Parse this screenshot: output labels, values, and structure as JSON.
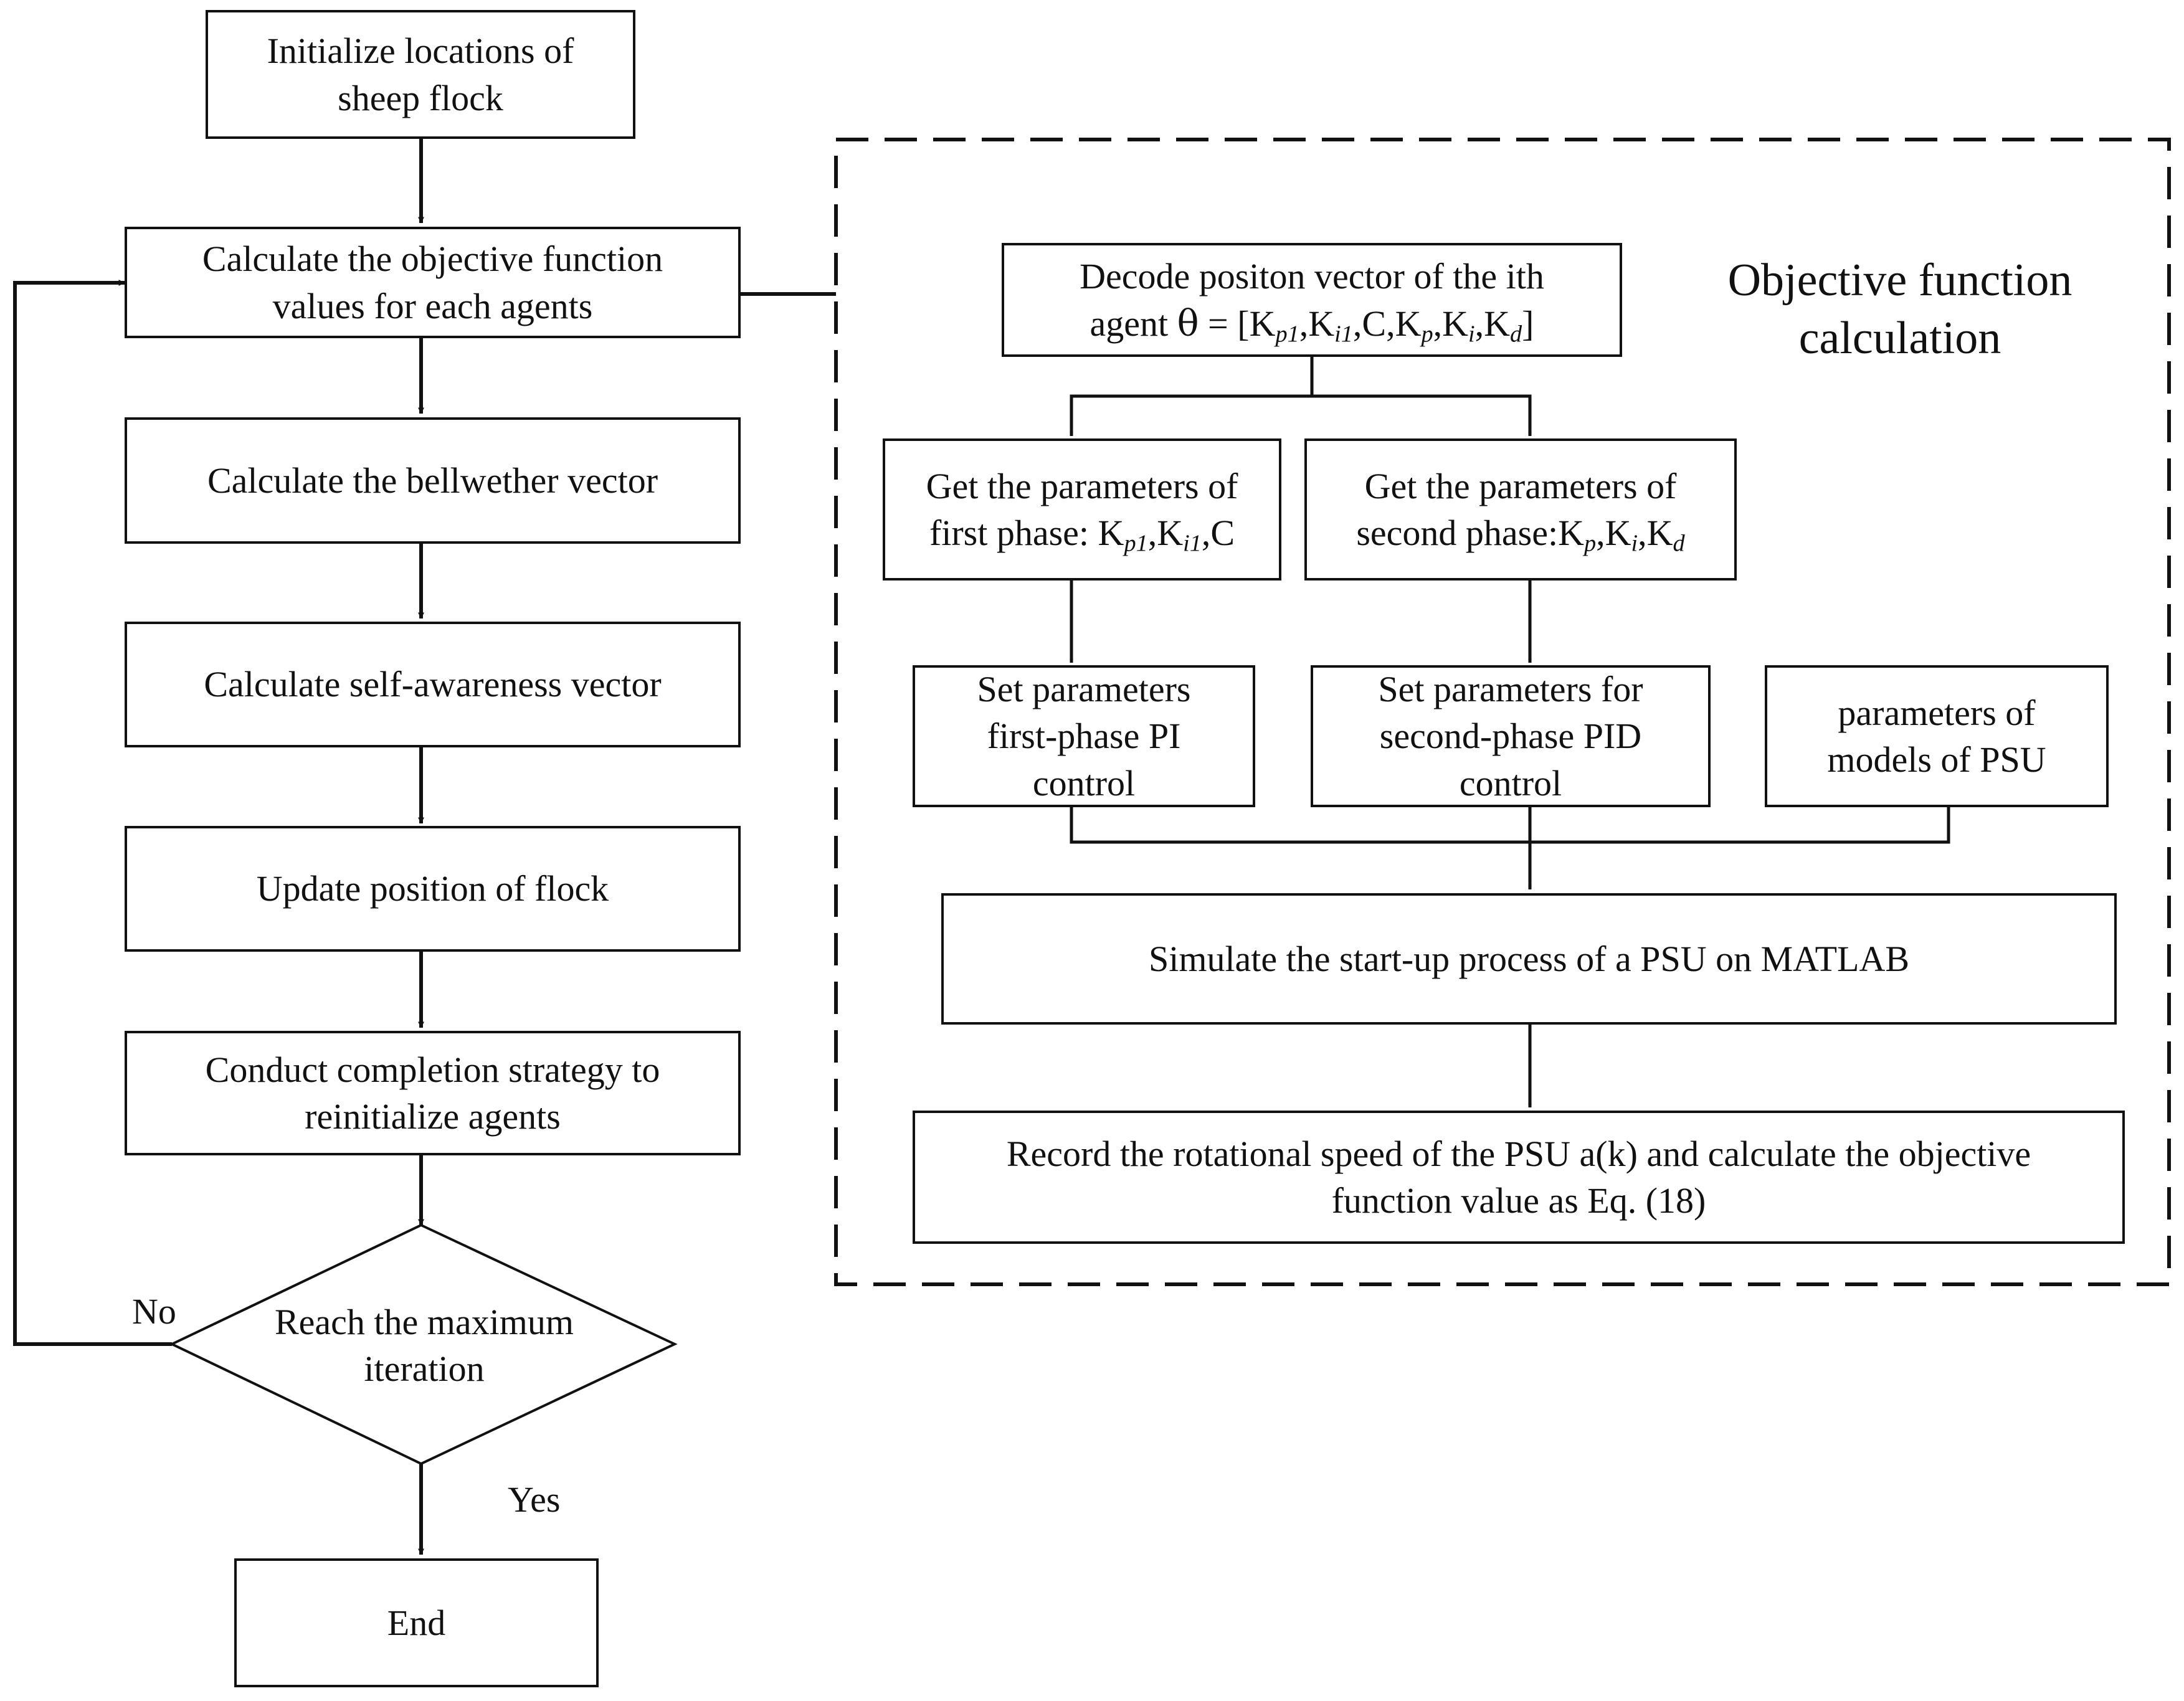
{
  "left_flow": {
    "init": [
      "Initialize locations of",
      "sheep flock"
    ],
    "calc_obj": [
      "Calculate the objective function",
      "values for each agents"
    ],
    "bellwether": [
      "Calculate the bellwether vector"
    ],
    "self_awareness": [
      "Calculate self-awareness vector"
    ],
    "update": [
      "Update position of flock"
    ],
    "completion": [
      "Conduct completion strategy to",
      "reinitialize agents"
    ],
    "decision": [
      "Reach the maximum",
      "iteration"
    ],
    "no_label": "No",
    "yes_label": "Yes",
    "end": "End"
  },
  "objective_panel": {
    "title": [
      "Objective function",
      "calculation"
    ],
    "decode_line1": "Decode positon vector of the ith",
    "decode_line2_prefix": "agent ",
    "theta": "θ",
    "decode_line2_rest": " = [",
    "first_phase_line1": "Get the parameters of",
    "first_phase_line2_prefix": "first phase: ",
    "second_phase_line1": "Get the parameters of",
    "second_phase_line2_prefix": "second phase:",
    "set_pi": [
      "Set parameters",
      "first-phase PI",
      "control"
    ],
    "set_pid": [
      "Set parameters for",
      "second-phase PID",
      "control"
    ],
    "psu_params": [
      "parameters of",
      "models of PSU"
    ],
    "simulate": [
      "Simulate the start-up process of a PSU on MATLAB"
    ],
    "record": [
      "Record the rotational speed of the PSU a(k) and calculate the objective",
      "function value as Eq. (18)"
    ],
    "symbols": {
      "K": "K",
      "p1": "p1",
      "i1": "i1",
      "p": "p",
      "i": "i",
      "d": "d",
      "C": "C",
      "comma": ",",
      "close": "]"
    }
  }
}
